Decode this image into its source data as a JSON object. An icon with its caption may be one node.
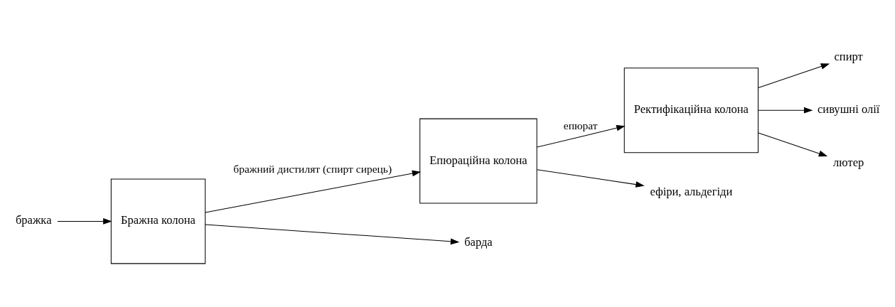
{
  "diagram": {
    "nodes": [
      {
        "text": [
          "Бражна колона"
        ]
      },
      {
        "text": [
          "Епюраційна колона"
        ]
      },
      {
        "text": [
          "Ректифікаційна колона"
        ]
      },
      {
        "text": [
          "бражка"
        ]
      },
      {
        "text": [
          "барда"
        ]
      },
      {
        "text": [
          "ефіри, альдегіди"
        ]
      },
      {
        "text": [
          "спирт"
        ]
      },
      {
        "text": [
          "сивушні олії"
        ]
      },
      {
        "text": [
          "лютер"
        ]
      }
    ],
    "edges": [
      {
        "from": 3,
        "to": 0,
        "arrow": "to"
      },
      {
        "from": 0,
        "to": 4,
        "arrow": "to"
      },
      {
        "from": 0,
        "to": 1,
        "arrow": "to",
        "label": "бражний дистилят (спирт сирець)"
      },
      {
        "from": 1,
        "to": 5,
        "arrow": "to"
      },
      {
        "from": 1,
        "to": 2,
        "arrow": "to",
        "label": "епюрат"
      },
      {
        "from": 2,
        "to": 6,
        "arrow": "to"
      },
      {
        "from": 2,
        "to": 7,
        "arrow": "to"
      },
      {
        "from": 2,
        "to": 8,
        "arrow": "to"
      }
    ]
  }
}
